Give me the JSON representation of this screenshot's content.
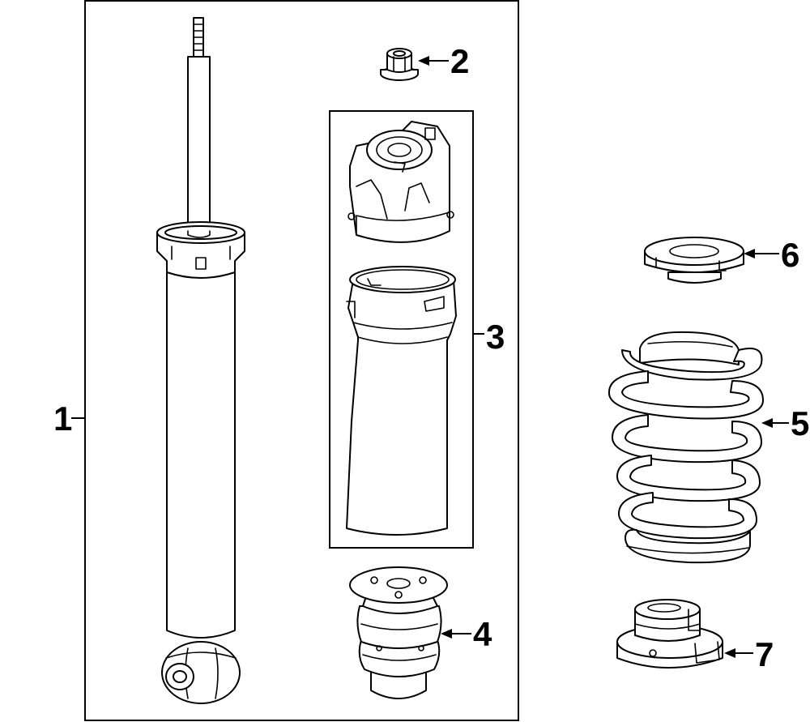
{
  "diagram": {
    "background": "#ffffff",
    "line_color": "#000000",
    "callouts": [
      "1",
      "2",
      "3",
      "4",
      "5",
      "6",
      "7"
    ]
  }
}
